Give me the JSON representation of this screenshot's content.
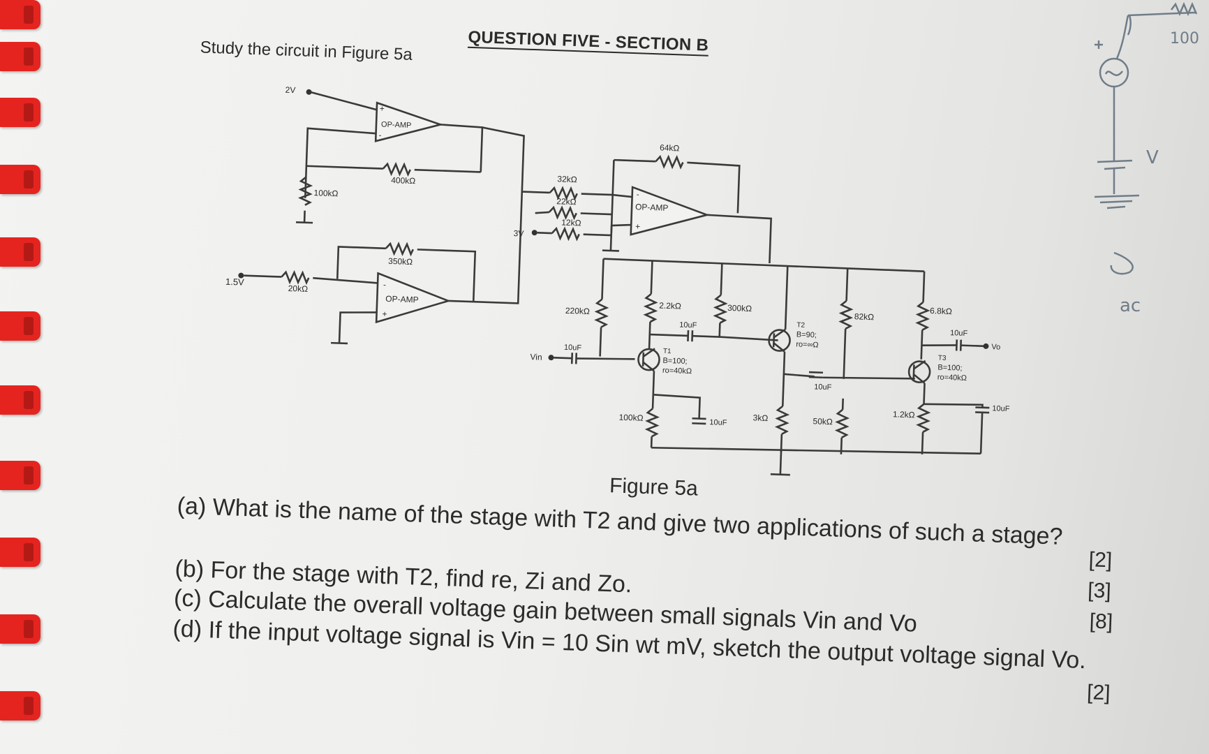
{
  "document": {
    "heading": "QUESTION FIVE - SECTION B",
    "intro": "Study the circuit in Figure 5a",
    "figure_caption": "Figure 5a",
    "questions": [
      {
        "text": "(a) What is the name of the stage with T2 and give two applications of such a stage?",
        "marks": "[2]"
      },
      {
        "text": "(b) For the stage with T2, find re, Zi and Zo.",
        "marks": "[3]"
      },
      {
        "text": "(c) Calculate the overall voltage gain between small signals Vin and Vo",
        "marks": "[8]"
      },
      {
        "text": "(d) If the input voltage signal is Vin = 10 Sin wt mV, sketch the output voltage signal Vo.",
        "marks": "[2]"
      }
    ]
  },
  "circuit": {
    "sources": {
      "v2": "2V",
      "v15": "1.5V",
      "v3": "3V",
      "vin": "Vin",
      "vo": "Vo"
    },
    "opamp_label": "OP-AMP",
    "resistors": {
      "r100k_a": "100kΩ",
      "r400k": "400kΩ",
      "r350k": "350kΩ",
      "r20k": "20kΩ",
      "r32k": "32kΩ",
      "r22k": "22kΩ",
      "r12k": "12kΩ",
      "r64k": "64kΩ",
      "r220k": "220kΩ",
      "r2_2k": "2.2kΩ",
      "r300k": "300kΩ",
      "r100k_b": "100kΩ",
      "r3k": "3kΩ",
      "r82k": "82kΩ",
      "r50k": "50kΩ",
      "r6_8k": "6.8kΩ",
      "r1_2k": "1.2kΩ"
    },
    "capacitors": {
      "c1": "10uF",
      "c2": "10uF",
      "c3": "10uF",
      "c4": "10uF",
      "c5": "10uF",
      "c6": "10uF"
    },
    "transistors": {
      "t1_name": "T1",
      "t1_beta": "B=100;",
      "t1_ro": "ro=40kΩ",
      "t2_name": "T2",
      "t2_beta": "B=90;",
      "t2_ro": "ro=∞Ω",
      "t3_name": "T3",
      "t3_beta": "B=100;",
      "t3_ro": "ro=40kΩ"
    }
  },
  "handwriting": {
    "top_right": "100",
    "letter_v": "V",
    "letters_ac": "ac"
  }
}
